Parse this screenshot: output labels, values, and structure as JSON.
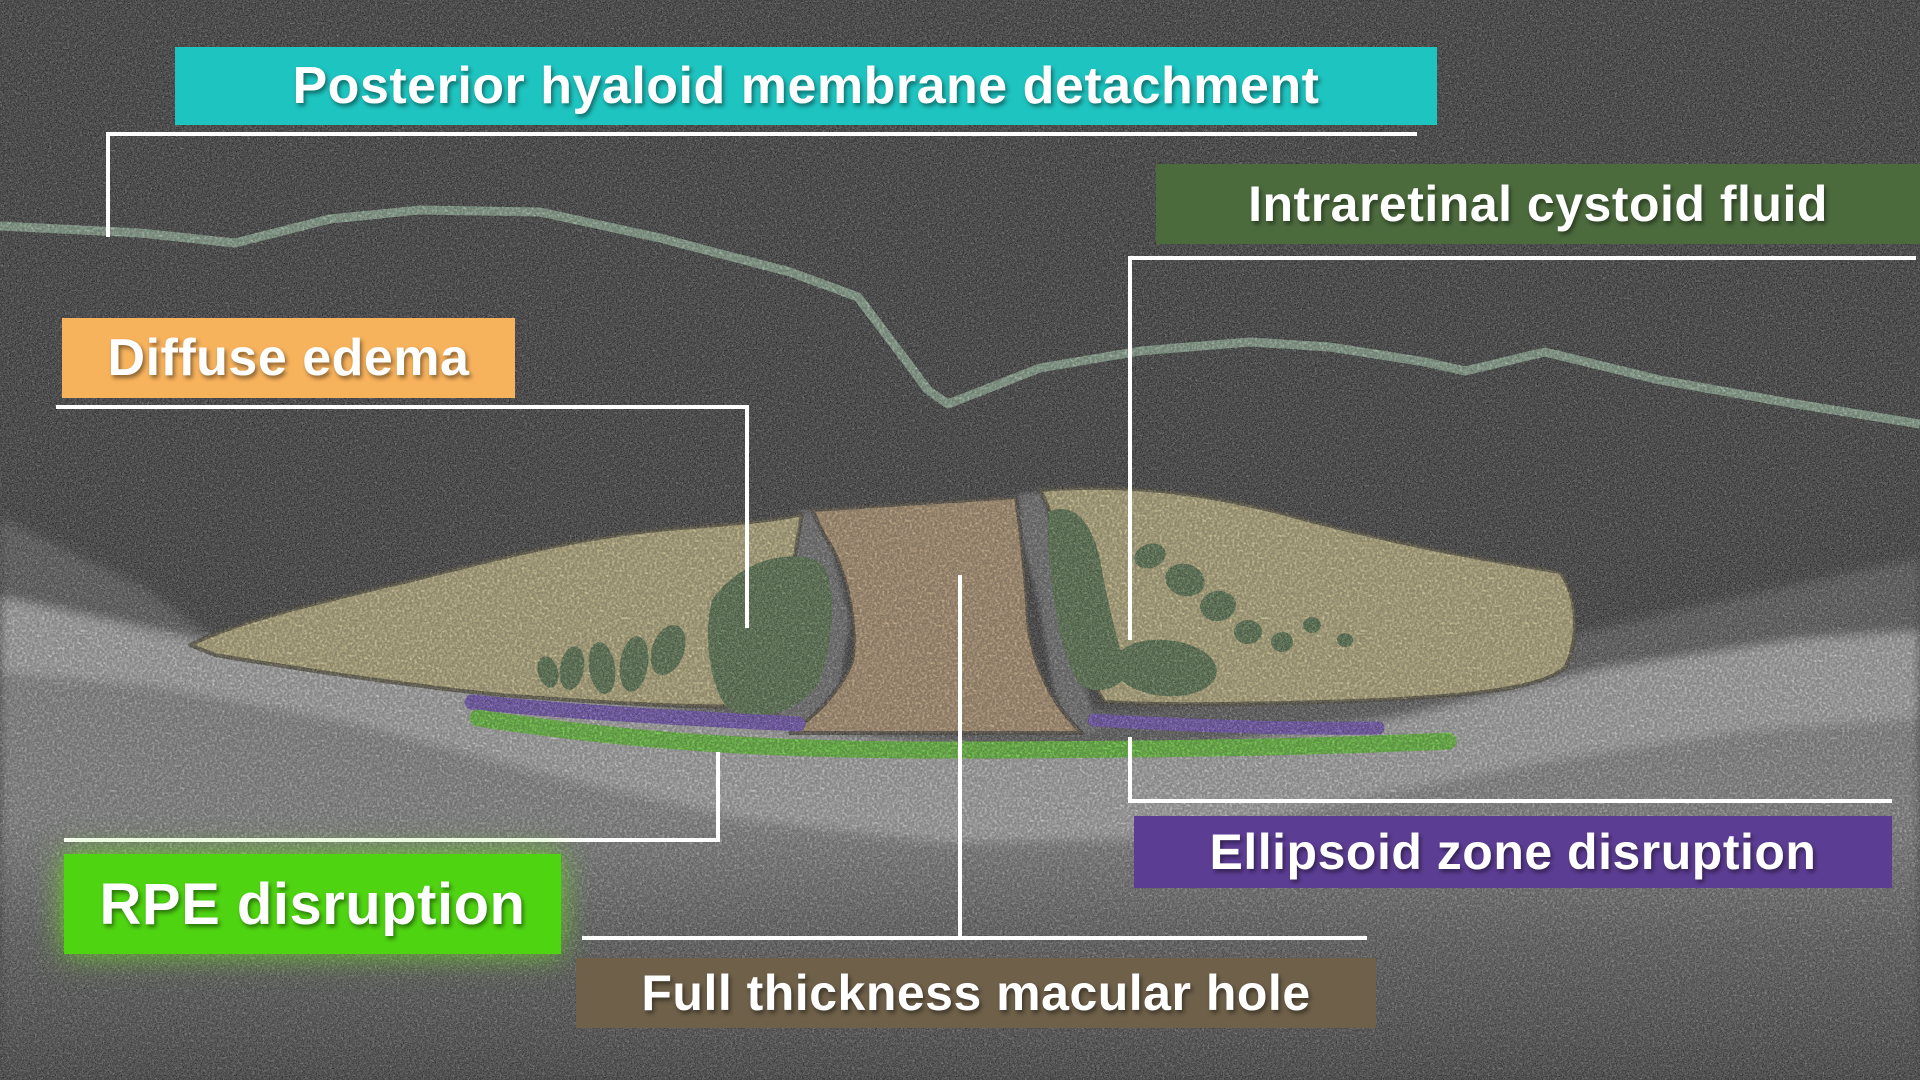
{
  "annotations": [
    {
      "id": "posterior-hyaloid-membrane-detachment",
      "label": "Posterior hyaloid membrane detachment",
      "box_color": "#1ec4c0",
      "text_color": "#ffffff"
    },
    {
      "id": "intraretinal-cystoid-fluid",
      "label": "Intraretinal cystoid fluid",
      "box_color": "#4c6b3d",
      "text_color": "#ffffff"
    },
    {
      "id": "diffuse-edema",
      "label": "Diffuse edema",
      "box_color": "#f7b25c",
      "text_color": "#ffffff"
    },
    {
      "id": "rpe-disruption",
      "label": "RPE disruption",
      "box_color": "#4fd412",
      "text_color": "#ffffff"
    },
    {
      "id": "ellipsoid-zone-disruption",
      "label": "Ellipsoid zone disruption",
      "box_color": "#5c3d94",
      "text_color": "#ffffff"
    },
    {
      "id": "full-thickness-macular-hole",
      "label": "Full thickness macular hole",
      "box_color": "#6e6049",
      "text_color": "#ffffff"
    }
  ],
  "overlay_colors": {
    "posterior_hyaloid_line": "#93c19c",
    "diffuse_edema_region": "#d8c87a",
    "intraretinal_cystoid_region": "#3c682a",
    "macular_hole_region": "#c89c63",
    "ellipsoid_zone_line": "#6233cc",
    "rpe_line": "#52e60d",
    "leader_line": "#ffffff"
  }
}
